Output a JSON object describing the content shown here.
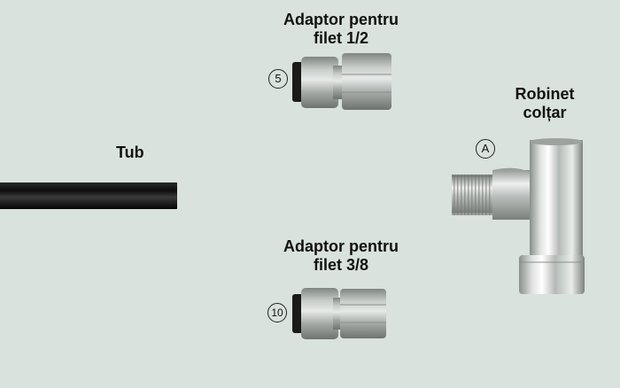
{
  "labels": {
    "tub": "Tub",
    "adaptor_half_line1": "Adaptor pentru",
    "adaptor_half_line2": "filet 1/2",
    "adaptor_three_eighths_line1": "Adaptor pentru",
    "adaptor_three_eighths_line2": "filet 3/8",
    "robinet_line1": "Robinet",
    "robinet_line2": "colțar"
  },
  "callouts": {
    "adaptor_half": "5",
    "adaptor_three_eighths": "10",
    "robinet": "A"
  },
  "colors": {
    "background": "#d9e2dc",
    "tube": "#151515",
    "fitting": "#a9aeaa",
    "chrome": "#c7cbc9"
  }
}
